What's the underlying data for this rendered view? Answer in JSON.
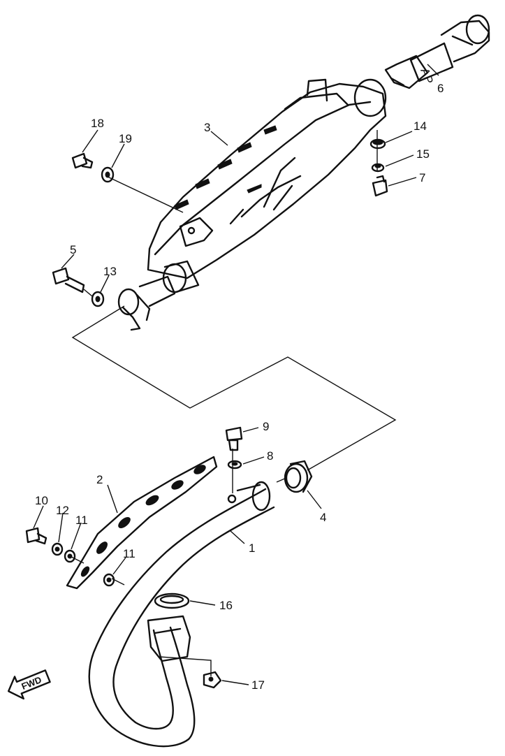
{
  "diagram": {
    "callouts": [
      {
        "id": "c1",
        "text": "1"
      },
      {
        "id": "c2",
        "text": "2"
      },
      {
        "id": "c3",
        "text": "3"
      },
      {
        "id": "c4",
        "text": "4"
      },
      {
        "id": "c5",
        "text": "5"
      },
      {
        "id": "c6",
        "text": "6"
      },
      {
        "id": "c7",
        "text": "7"
      },
      {
        "id": "c8",
        "text": "8"
      },
      {
        "id": "c9",
        "text": "9"
      },
      {
        "id": "c10",
        "text": "10"
      },
      {
        "id": "c11a",
        "text": "11"
      },
      {
        "id": "c11b",
        "text": "11"
      },
      {
        "id": "c12",
        "text": "12"
      },
      {
        "id": "c13",
        "text": "13"
      },
      {
        "id": "c14",
        "text": "14"
      },
      {
        "id": "c15",
        "text": "15"
      },
      {
        "id": "c16",
        "text": "16"
      },
      {
        "id": "c17",
        "text": "17"
      },
      {
        "id": "c18",
        "text": "18"
      },
      {
        "id": "c19",
        "text": "19"
      }
    ],
    "direction_marker": "FWD"
  }
}
